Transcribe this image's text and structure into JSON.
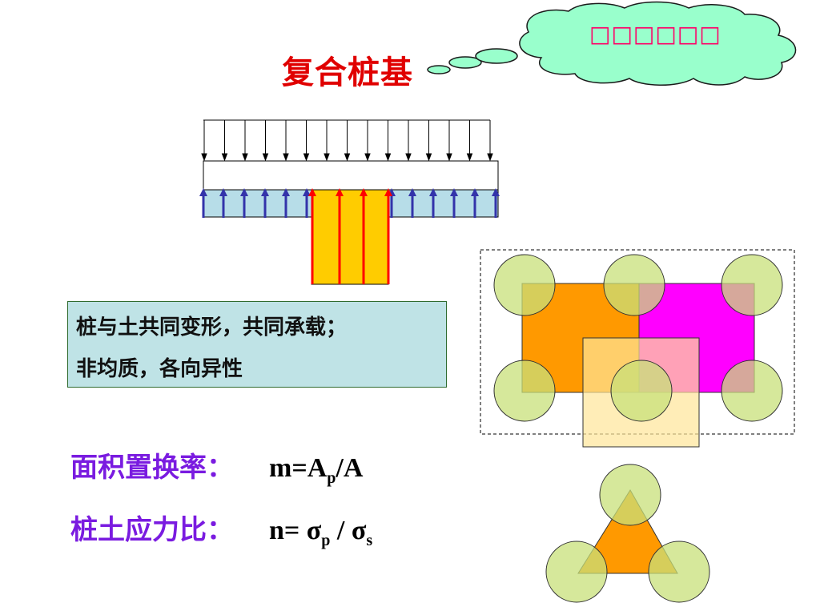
{
  "title": "复合桩基",
  "cloud_label": "□□□□□□",
  "note": {
    "line1": "桩与土共同变形，共同承载；",
    "line2": "非均质，各向异性"
  },
  "formulas": {
    "area_ratio_label": "面积置换率：",
    "area_ratio_m": "m=A",
    "area_ratio_sub": "p",
    "area_ratio_tail": "/A",
    "stress_ratio_label": "桩土应力比：",
    "stress_ratio_n": "n= σ",
    "stress_ratio_sub1": "p",
    "stress_ratio_mid": " / σ",
    "stress_ratio_sub2": "s"
  },
  "colors": {
    "title": "#e00000",
    "cloud_fill": "#99ffcc",
    "cloud_text": "#ff0066",
    "pile_fill": "#ffcc00",
    "soil_fill": "#b7dde8",
    "red_arrow": "#ff0000",
    "blue_arrow": "#3333aa",
    "circle_fill": "#c8e07a",
    "orange_rect": "#ff9900",
    "magenta_rect": "#ff00ff",
    "yellow_rect": "#ffe699",
    "formula_label": "#7a1be0"
  }
}
